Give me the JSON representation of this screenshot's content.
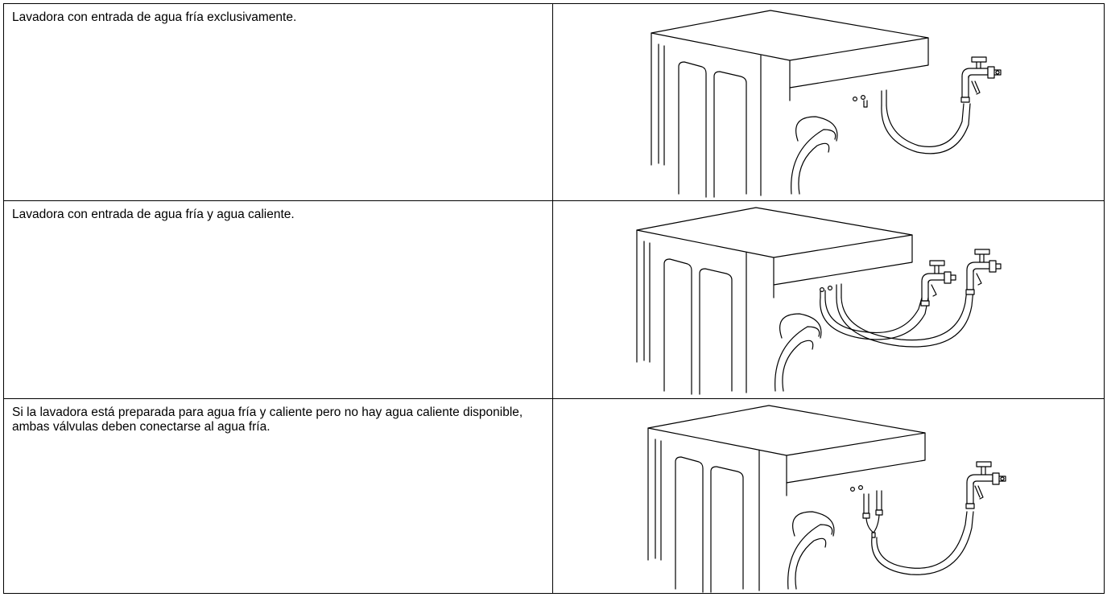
{
  "rows": [
    {
      "text": "Lavadora con entrada de agua fría exclusivamente.",
      "illustration": "washer-cold-inlet-only"
    },
    {
      "text": "Lavadora con entrada de agua fría y agua caliente.",
      "illustration": "washer-cold-and-hot-inlets"
    },
    {
      "text": "Si la lavadora está preparada para agua fría y caliente pero no hay agua caliente disponible, ambas válvulas deben conectarse al agua fría.",
      "illustration": "washer-both-valves-to-cold"
    }
  ]
}
